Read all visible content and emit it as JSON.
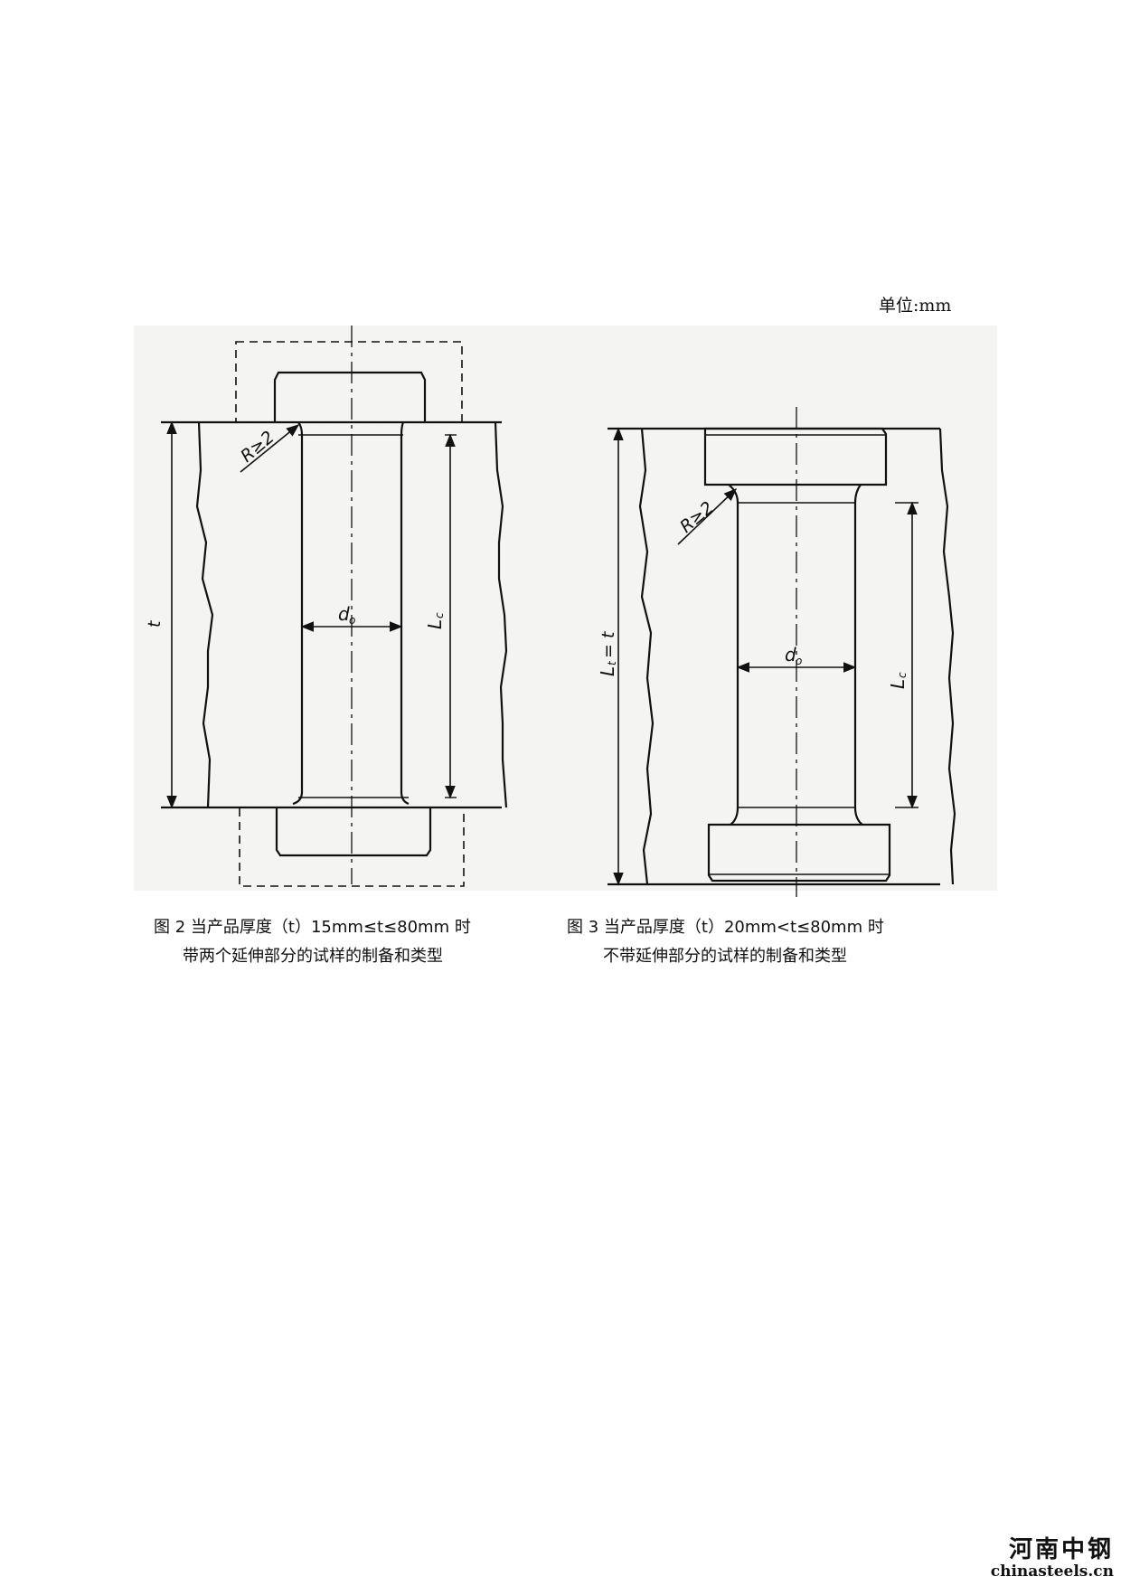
{
  "page": {
    "unit_note": "单位:mm"
  },
  "figure2": {
    "caption_line1": "图 2 当产品厚度（t）15mm≤t≤80mm 时",
    "caption_line2": "带两个延伸部分的试样的制备和类型",
    "labels": {
      "radius": "R≥2",
      "diameter": "d",
      "diameter_sub": "o",
      "thickness": "t",
      "parallel_length": "L",
      "parallel_length_sub": "c"
    }
  },
  "figure3": {
    "caption_line1": "图 3 当产品厚度（t）20mm<t≤80mm 时",
    "caption_line2": "不带延伸部分的试样的制备和类型",
    "labels": {
      "radius": "R≥2",
      "diameter": "d",
      "diameter_sub": "o",
      "total_length": "L",
      "total_length_sub": "t",
      "total_length_eq": "= t",
      "parallel_length": "L",
      "parallel_length_sub": "c"
    }
  },
  "watermark": {
    "text_cn": "河南中钢",
    "text_en": "chinasteels.cn"
  }
}
